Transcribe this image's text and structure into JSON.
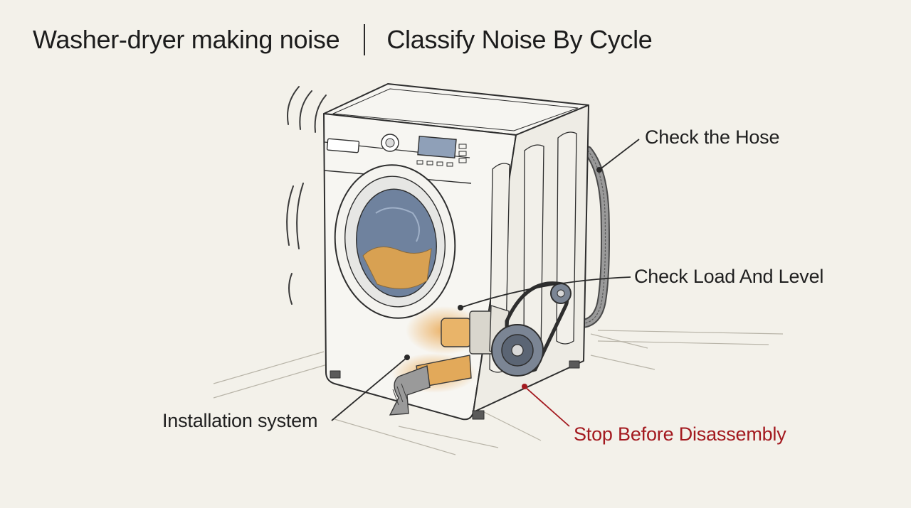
{
  "header": {
    "title": "Washer-dryer making noise",
    "subtitle": "Classify Noise By Cycle"
  },
  "callouts": {
    "hose": "Check the Hose",
    "load_level": "Check Load And Level",
    "installation": "Installation system",
    "stop": "Stop Before Disassembly"
  },
  "colors": {
    "background": "#f3f1ea",
    "ink": "#2a2a2a",
    "warning": "#a3191f",
    "highlight": "#e9a54c",
    "drum": "#6f829e"
  }
}
